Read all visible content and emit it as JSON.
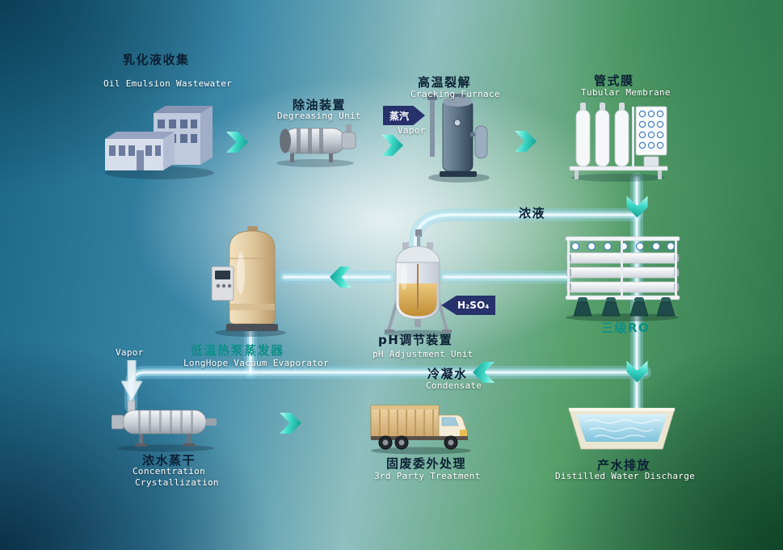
{
  "nodes": {
    "collection": {
      "zh": "乳化液收集",
      "en": "Oil Emulsion Wastewater"
    },
    "degreasing": {
      "zh": "除油装置",
      "en": "Degreasing Unit"
    },
    "cracking": {
      "zh": "高温裂解",
      "en": "Cracking Furnace"
    },
    "membrane": {
      "zh": "管式膜",
      "en": "Tubular Membrane"
    },
    "ro": {
      "zh": "三级RO"
    },
    "ph": {
      "zh": "pH调节装置",
      "en": "pH Adjustment Unit"
    },
    "evaporator": {
      "zh": "低温热泵蒸发器",
      "en": "LongHope Vacuum Evaporator"
    },
    "crystallization": {
      "zh": "浓水蒸干",
      "en1": "Concentration",
      "en2": "Crystallization"
    },
    "truck": {
      "zh": "固废委外处理",
      "en": "3rd Party Treatment"
    },
    "discharge": {
      "zh": "产水排放",
      "en": "Distilled Water Discharge"
    }
  },
  "flows": {
    "steam_in": {
      "zh": "蒸汽",
      "en": "Vapor"
    },
    "acid": {
      "text": "H₂SO₄"
    },
    "concentrate": {
      "zh": "浓液"
    },
    "condensate": {
      "zh": "冷凝水",
      "en": "Condensate"
    },
    "vapor_out": {
      "en": "Vapor"
    }
  },
  "colors": {
    "chinese_label": "#0b2034",
    "english_label": "#ffffff",
    "teal_label": "#0c8f86",
    "arrow_teal": "#0d9a8d",
    "pipe": "#bfe9f4",
    "badge_navy": "#27316b"
  }
}
